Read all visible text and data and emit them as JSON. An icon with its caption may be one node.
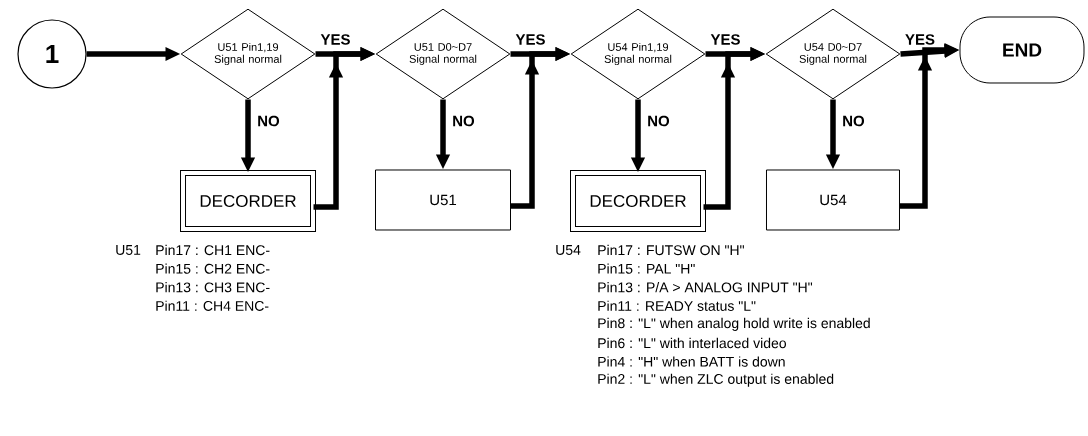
{
  "diagram": {
    "nodes": [
      {
        "text": [
          "1"
        ]
      },
      {
        "text": [
          "U51 Pin1,19 Signal normal"
        ]
      },
      {
        "text": [
          "U51 D0~D7 Signal normal"
        ]
      },
      {
        "text": [
          "U54 Pin1,19 Signal normal"
        ]
      },
      {
        "text": [
          "U54 D0~D7 Signal normal"
        ]
      },
      {
        "text": [
          "END"
        ]
      },
      {
        "text": [
          "DECORDER"
        ],
        "beside": [
          "U51",
          "Pin17 : CH1 ENC-",
          "Pin15 : CH2 ENC-",
          "Pin13 : CH3 ENC-",
          "Pin11 : CH4 ENC-"
        ]
      },
      {
        "text": [
          "U51"
        ]
      },
      {
        "text": [
          "DECORDER"
        ],
        "beside": [
          "U54",
          "Pin17 : FUTSW ON \"H\"",
          "Pin15 : PAL \"H\"",
          "Pin13 : P/A > ANALOG INPUT \"H\"",
          "Pin11 : READY status \"L\"",
          "Pin8   : \"L\" when analog hold write is enabled",
          "Pin6   : \"L\" with interlaced video",
          "Pin4   : \"H\" when BATT is down",
          "Pin2   : \"L\" when ZLC output is enabled"
        ]
      },
      {
        "text": [
          "U54"
        ]
      }
    ],
    "edges": [
      {
        "from": 0,
        "to": 1,
        "arrow": "to"
      },
      {
        "from": 1,
        "to": 2,
        "arrow": "to",
        "label": "YES"
      },
      {
        "from": 1,
        "to": 6,
        "arrow": "to",
        "label": "NO"
      },
      {
        "from": 6,
        "to": 2,
        "arrow": "to"
      },
      {
        "from": 2,
        "to": 3,
        "arrow": "to",
        "label": "YES"
      },
      {
        "from": 2,
        "to": 7,
        "arrow": "to",
        "label": "NO"
      },
      {
        "from": 7,
        "to": 3,
        "arrow": "to"
      },
      {
        "from": 3,
        "to": 4,
        "arrow": "to",
        "label": "YES"
      },
      {
        "from": 3,
        "to": 8,
        "arrow": "to",
        "label": "NO"
      },
      {
        "from": 8,
        "to": 4,
        "arrow": "to"
      },
      {
        "from": 4,
        "to": 5,
        "arrow": "to",
        "label": "YES"
      },
      {
        "from": 4,
        "to": 9,
        "arrow": "to",
        "label": "NO"
      },
      {
        "from": 9,
        "to": 5,
        "arrow": "to"
      }
    ]
  }
}
